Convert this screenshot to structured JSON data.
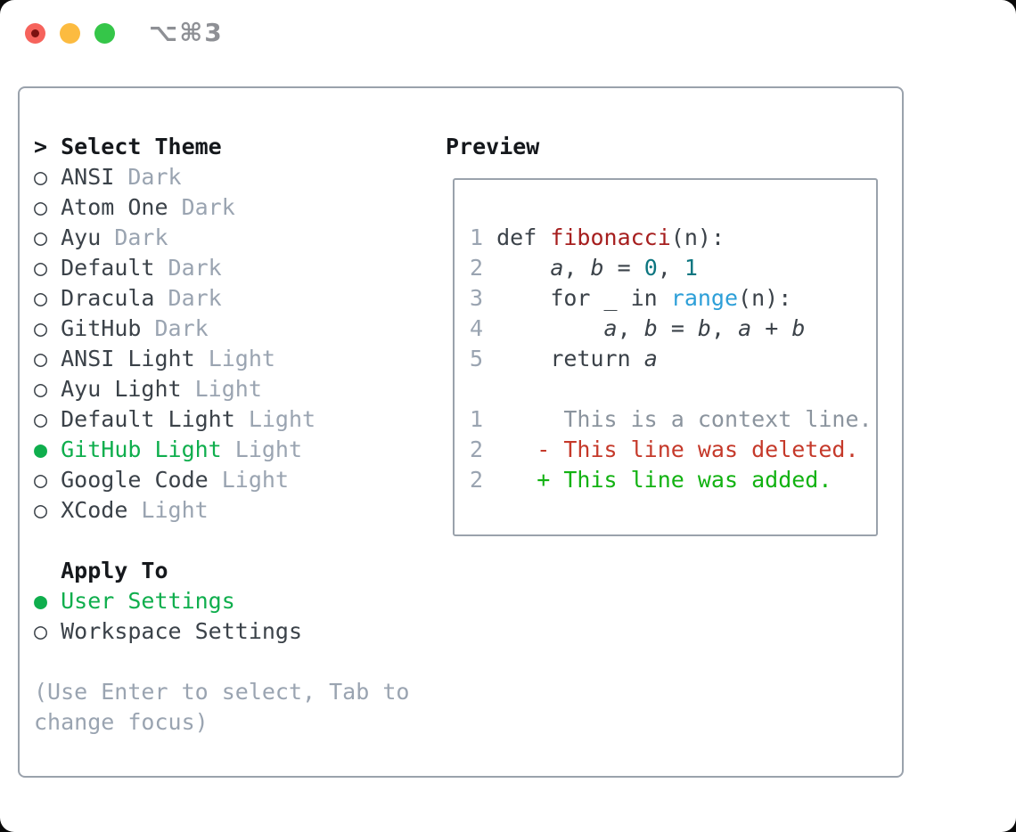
{
  "window": {
    "shortcut": "⌥⌘3",
    "traffic_lights": [
      "close",
      "minimize",
      "zoom"
    ]
  },
  "colors": {
    "selection_green": "#0fae4d",
    "added_green": "#12b212",
    "deleted_red": "#c5392a",
    "function_red": "#a61e1e",
    "literal_teal": "#0d7680",
    "call_blue": "#2d9fd8",
    "text_dark": "#3b4249",
    "text_muted": "#9aa4b1",
    "border_gray": "#9aa2ac",
    "traffic_red": "#f6635c",
    "traffic_yellow": "#fcbb40",
    "traffic_green": "#35c649"
  },
  "menu": {
    "header": {
      "marker": "> ",
      "title": "Select Theme"
    },
    "items": [
      {
        "marker": "○ ",
        "name": "ANSI ",
        "tag": "Dark",
        "selected": false
      },
      {
        "marker": "○ ",
        "name": "Atom One ",
        "tag": "Dark",
        "selected": false
      },
      {
        "marker": "○ ",
        "name": "Ayu ",
        "tag": "Dark",
        "selected": false
      },
      {
        "marker": "○ ",
        "name": "Default ",
        "tag": "Dark",
        "selected": false
      },
      {
        "marker": "○ ",
        "name": "Dracula ",
        "tag": "Dark",
        "selected": false
      },
      {
        "marker": "○ ",
        "name": "GitHub ",
        "tag": "Dark",
        "selected": false
      },
      {
        "marker": "○ ",
        "name": "ANSI Light ",
        "tag": "Light",
        "selected": false
      },
      {
        "marker": "○ ",
        "name": "Ayu Light ",
        "tag": "Light",
        "selected": false
      },
      {
        "marker": "○ ",
        "name": "Default Light ",
        "tag": "Light",
        "selected": false
      },
      {
        "marker": "● ",
        "name": "GitHub Light ",
        "tag": "Light",
        "selected": true
      },
      {
        "marker": "○ ",
        "name": "Google Code ",
        "tag": "Light",
        "selected": false
      },
      {
        "marker": "○ ",
        "name": "XCode ",
        "tag": "Light",
        "selected": false
      }
    ]
  },
  "apply": {
    "title": "  Apply To",
    "options": [
      {
        "marker": "● ",
        "label": "User Settings",
        "selected": true
      },
      {
        "marker": "○ ",
        "label": "Workspace Settings",
        "selected": false
      }
    ]
  },
  "hint": {
    "line1": "(Use Enter to select, Tab to",
    "line2": "change focus)"
  },
  "preview": {
    "title": "Preview",
    "lines": [
      {
        "segs": [
          {
            "t": "1 "
          },
          {
            "t": "def "
          },
          {
            "t": "fibonacci"
          },
          {
            "t": "(n):"
          }
        ]
      },
      {
        "segs": [
          {
            "t": "2 "
          },
          {
            "t": "    "
          },
          {
            "t": "a"
          },
          {
            "t": ", "
          },
          {
            "t": "b"
          },
          {
            "t": " = "
          },
          {
            "t": "0"
          },
          {
            "t": ", "
          },
          {
            "t": "1"
          }
        ]
      },
      {
        "segs": [
          {
            "t": "3 "
          },
          {
            "t": "    for _ in "
          },
          {
            "t": "range"
          },
          {
            "t": "(n):"
          }
        ]
      },
      {
        "segs": [
          {
            "t": "4 "
          },
          {
            "t": "        "
          },
          {
            "t": "a"
          },
          {
            "t": ", "
          },
          {
            "t": "b"
          },
          {
            "t": " = "
          },
          {
            "t": "b"
          },
          {
            "t": ", "
          },
          {
            "t": "a"
          },
          {
            "t": " + "
          },
          {
            "t": "b"
          }
        ]
      },
      {
        "segs": [
          {
            "t": "5 "
          },
          {
            "t": "    return "
          },
          {
            "t": "a"
          }
        ]
      },
      {
        "segs": []
      },
      {
        "segs": [
          {
            "t": "1"
          },
          {
            "t": "      This is a context line."
          }
        ]
      },
      {
        "segs": [
          {
            "t": "2"
          },
          {
            "t": "    - This line was deleted."
          }
        ]
      },
      {
        "segs": [
          {
            "t": "2"
          },
          {
            "t": "    + This line was added."
          }
        ]
      }
    ]
  }
}
